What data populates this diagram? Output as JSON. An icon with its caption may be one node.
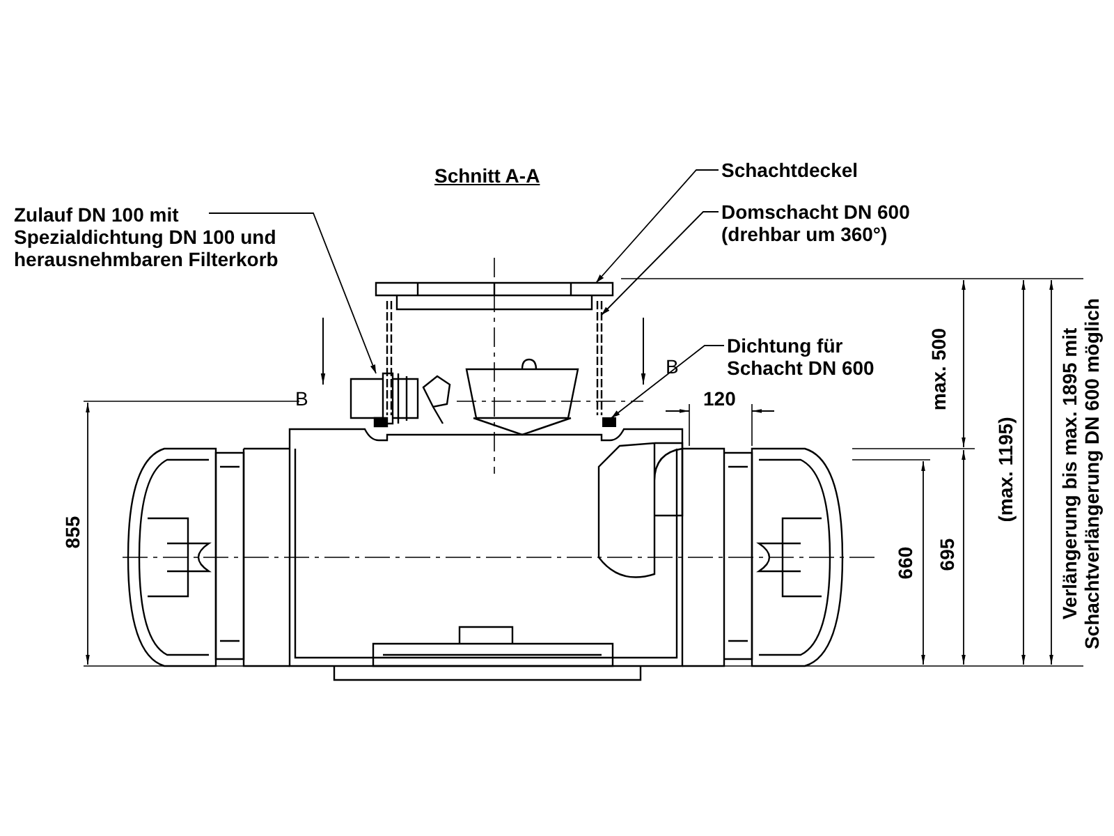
{
  "diagram": {
    "nodes": [
      {
        "text": [
          "Zulauf DN 100 mit Spezialdichtung DN 100 und herausnehmbaren Filterkorb"
        ]
      },
      {
        "text": [
          "Schachtdeckel"
        ]
      },
      {
        "text": [
          "Domschacht DN 600 (drehbar um 360°)"
        ]
      },
      {
        "text": [
          "Dichtung für Schacht DN 600"
        ]
      },
      {
        "text": [],
        "shape": "picture"
      },
      {
        "text": [],
        "shape": "picture"
      },
      {
        "text": [],
        "shape": "picture"
      },
      {
        "text": [],
        "shape": "box"
      }
    ],
    "edges": [
      {
        "from": 0,
        "to": 4,
        "arrow": "to"
      },
      {
        "from": 1,
        "to": 5,
        "arrow": "to"
      },
      {
        "from": 2,
        "to": 6,
        "arrow": "to"
      },
      {
        "from": 3,
        "to": 7,
        "arrow": "to"
      }
    ],
    "labels": [
      "Schnitt A-A",
      "max. 500",
      "Verlängerung bis max. 1895 mit Schachtverlängerung DN 600 möglich",
      "B",
      "B",
      "120",
      "(max. 1195)",
      "855",
      "660",
      "695"
    ]
  }
}
